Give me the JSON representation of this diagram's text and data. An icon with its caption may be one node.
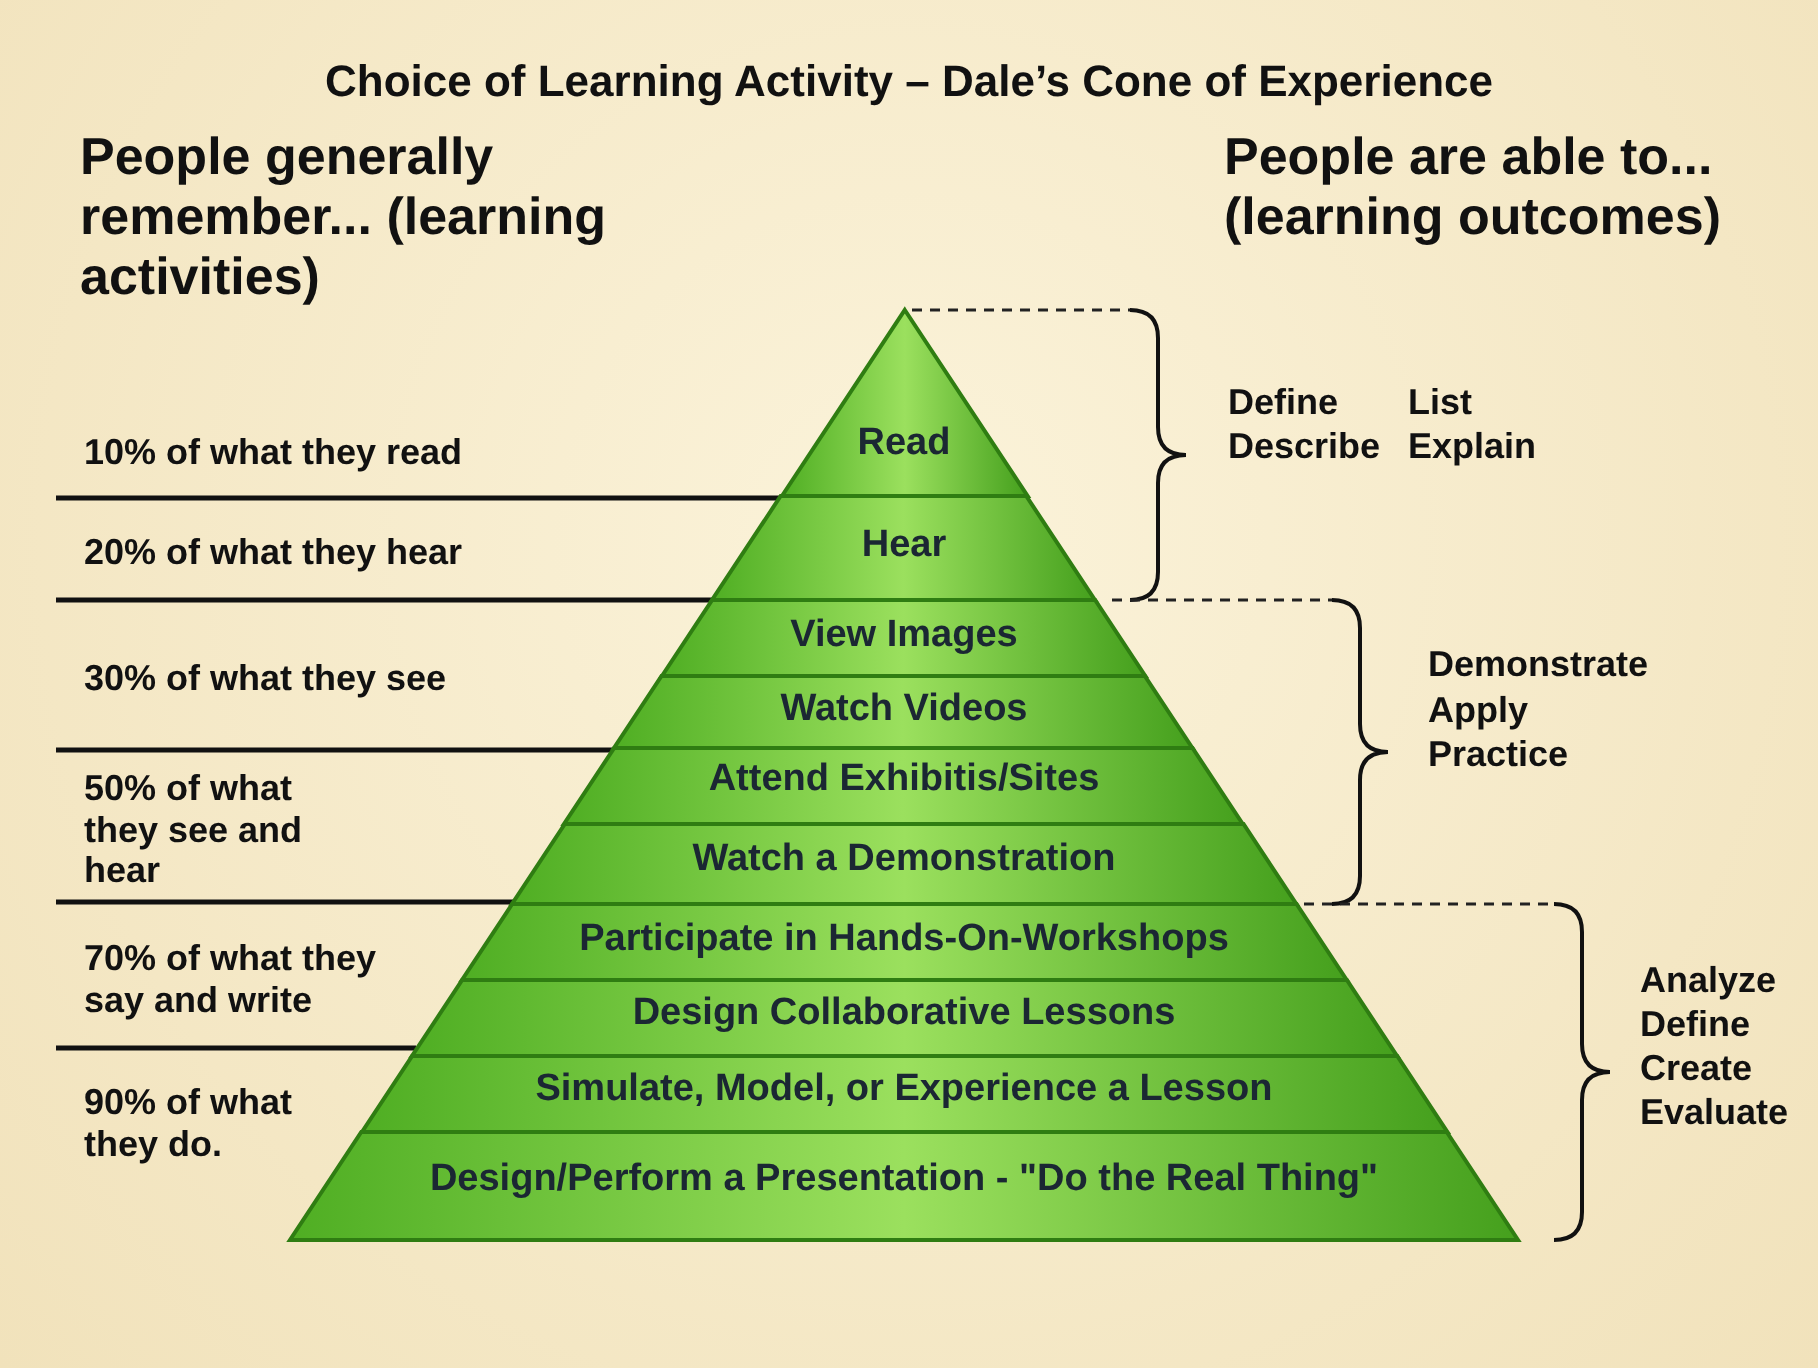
{
  "diagram": {
    "title": "Choice of Learning Activity – Dale’s Cone of Experience",
    "nodes": [
      {
        "text": [
          "Read"
        ]
      },
      {
        "text": [
          "Hear"
        ]
      },
      {
        "text": [
          "View Images"
        ]
      },
      {
        "text": [
          "Watch Videos"
        ]
      },
      {
        "text": [
          "Attend Exhibitis/Sites"
        ]
      },
      {
        "text": [
          "Watch a Demonstration"
        ]
      },
      {
        "text": [
          "Participate in Hands-On-Workshops"
        ]
      },
      {
        "text": [
          "Design Collaborative Lessons"
        ]
      },
      {
        "text": [
          "Simulate, Model, or Experience a Lesson"
        ]
      },
      {
        "text": [
          "Design/Perform a Presentation - \"Do the Real Thing\""
        ]
      }
    ],
    "labels": [
      "People generally remember... (learning activities)",
      "People are able to... (learning outcomes)",
      "10% of what they read",
      "Define",
      "List",
      "Describe",
      "Explain",
      "20% of what they hear",
      "30% of what they see",
      "Demonstrate",
      "Apply",
      "Practice",
      "50% of what they see and hear",
      "70% of what they say and write",
      "Analyze",
      "Define",
      "Create",
      "Evaluate",
      "90% of what they do."
    ]
  }
}
